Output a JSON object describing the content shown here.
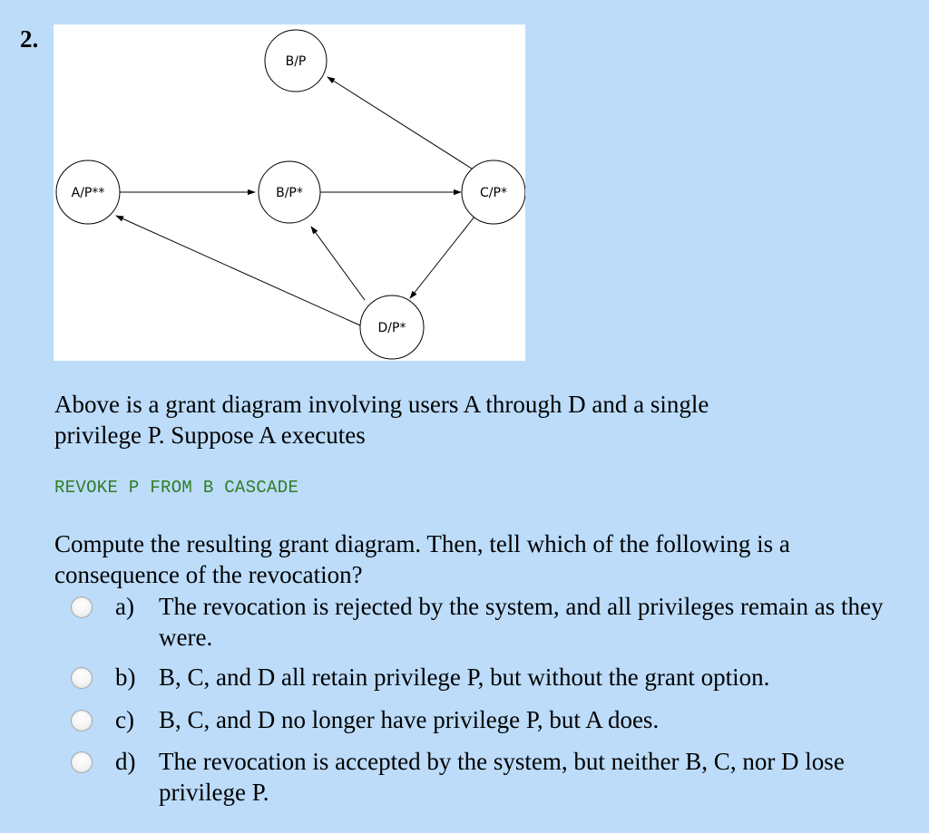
{
  "question": {
    "number": "2.",
    "intro": "Above is a grant diagram involving users A through D and a single privilege P. Suppose A executes",
    "statement": "REVOKE P FROM B CASCADE",
    "prompt": "Compute the resulting grant diagram. Then, tell which of the following is a consequence of the revocation?"
  },
  "diagram": {
    "nodes": [
      {
        "id": "bp_top",
        "label": "B/P"
      },
      {
        "id": "ap",
        "label": "A/P**"
      },
      {
        "id": "bp_star",
        "label": "B/P*"
      },
      {
        "id": "cp",
        "label": "C/P*"
      },
      {
        "id": "dp",
        "label": "D/P*"
      }
    ],
    "edges": [
      {
        "from": "A/P**",
        "to": "B/P*"
      },
      {
        "from": "B/P*",
        "to": "C/P*"
      },
      {
        "from": "C/P*",
        "to": "B/P"
      },
      {
        "from": "C/P*",
        "to": "D/P*"
      },
      {
        "from": "D/P*",
        "to": "B/P*"
      },
      {
        "from": "D/P*",
        "to": "A/P**"
      }
    ]
  },
  "options": [
    {
      "letter": "a)",
      "text": "The revocation is rejected by the system, and all privileges remain as they were."
    },
    {
      "letter": "b)",
      "text": "B, C, and D all retain privilege P, but without the grant option."
    },
    {
      "letter": "c)",
      "text": "B, C, and D no longer have privilege P, but A does."
    },
    {
      "letter": "d)",
      "text": "The revocation is accepted by the system, but neither B, C, nor D lose privilege P."
    }
  ]
}
